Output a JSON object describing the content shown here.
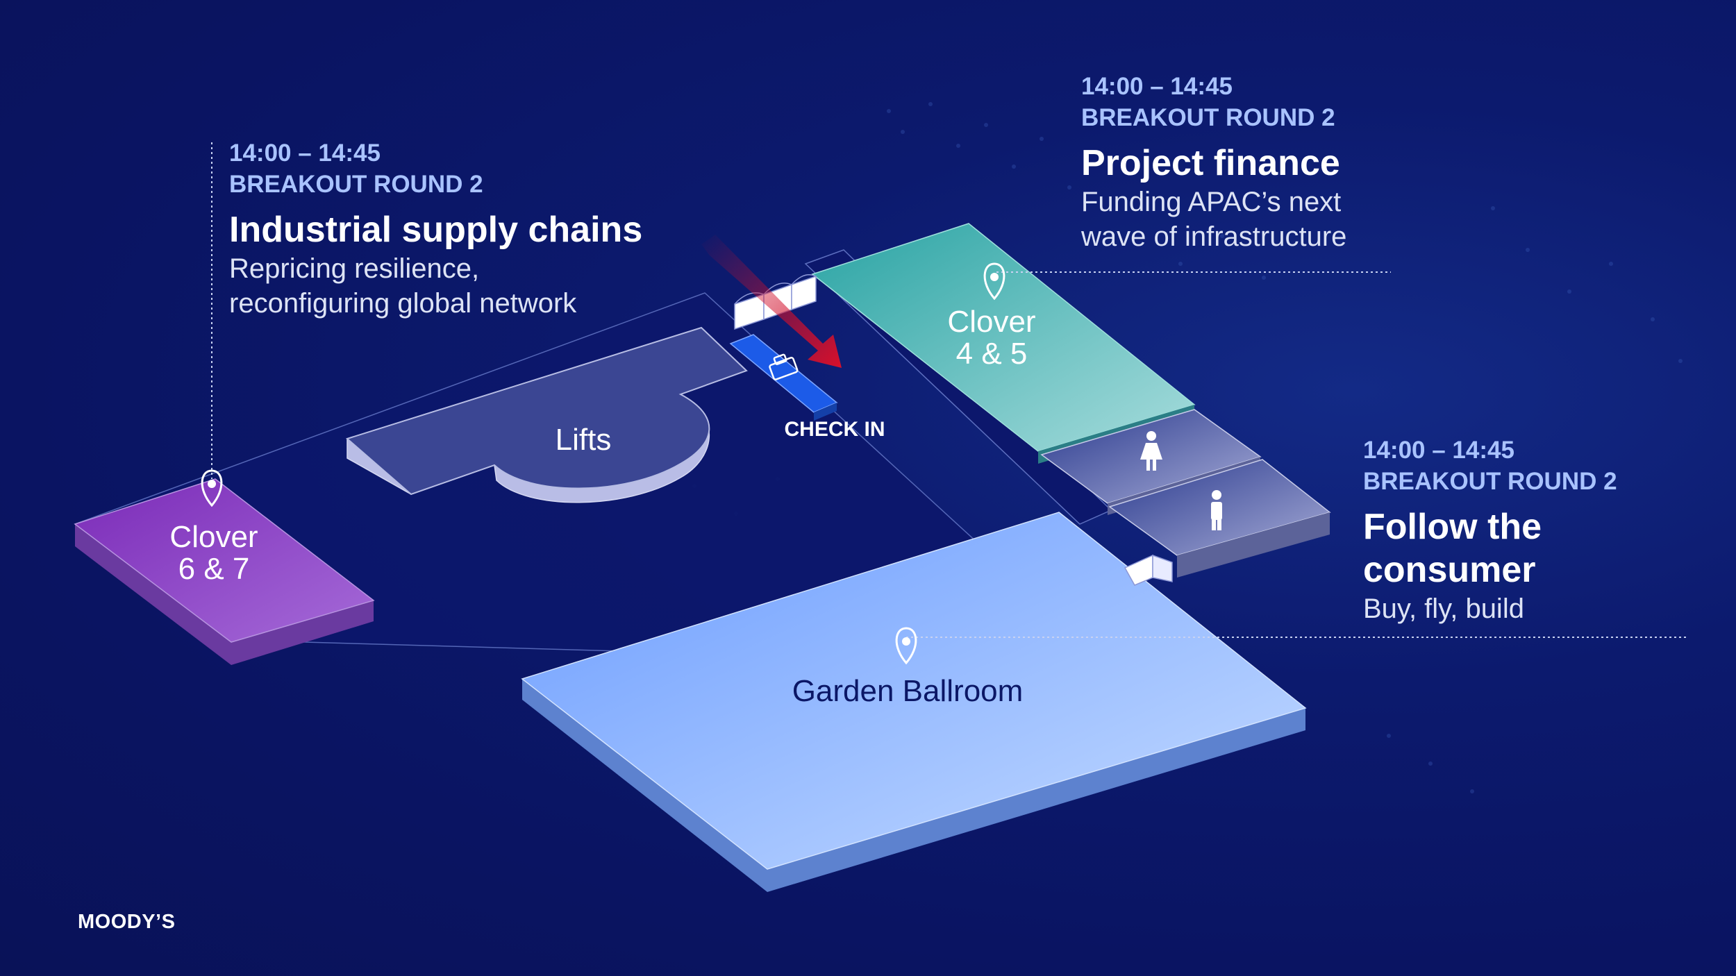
{
  "colors": {
    "background": "#0b1766",
    "accent_time": "#a9c3ff",
    "clover_6_7": "#8a3fc4",
    "clover_4_5": "#46b6b2",
    "garden_ballroom": "#8fb6ff",
    "check_in": "#1c5be8",
    "arrow": "#d0102b"
  },
  "sessions": [
    {
      "time": "14:00 – 14:45",
      "round": "BREAKOUT ROUND 2",
      "title": "Industrial supply chains",
      "desc_line1": "Repricing resilience,",
      "desc_line2": "reconfiguring global network"
    },
    {
      "time": "14:00 – 14:45",
      "round": "BREAKOUT ROUND 2",
      "title": "Project finance",
      "desc_line1": "Funding APAC’s next",
      "desc_line2": "wave of infrastructure"
    },
    {
      "time": "14:00 – 14:45",
      "round": "BREAKOUT ROUND 2",
      "title_line1": "Follow the",
      "title_line2": "consumer",
      "desc_line1": "Buy, fly, build"
    }
  ],
  "rooms": {
    "clover_6_7": {
      "line1": "Clover",
      "line2": "6 & 7"
    },
    "clover_4_5": {
      "line1": "Clover",
      "line2": "4 & 5"
    },
    "lifts": "Lifts",
    "check_in": "CHECK IN",
    "garden_ballroom": "Garden Ballroom"
  },
  "icons": [
    "location-pin-icon",
    "female-restroom-icon",
    "male-restroom-icon",
    "door-icon",
    "check-in-icon",
    "arrow-icon"
  ],
  "logo": "MOODY’S"
}
